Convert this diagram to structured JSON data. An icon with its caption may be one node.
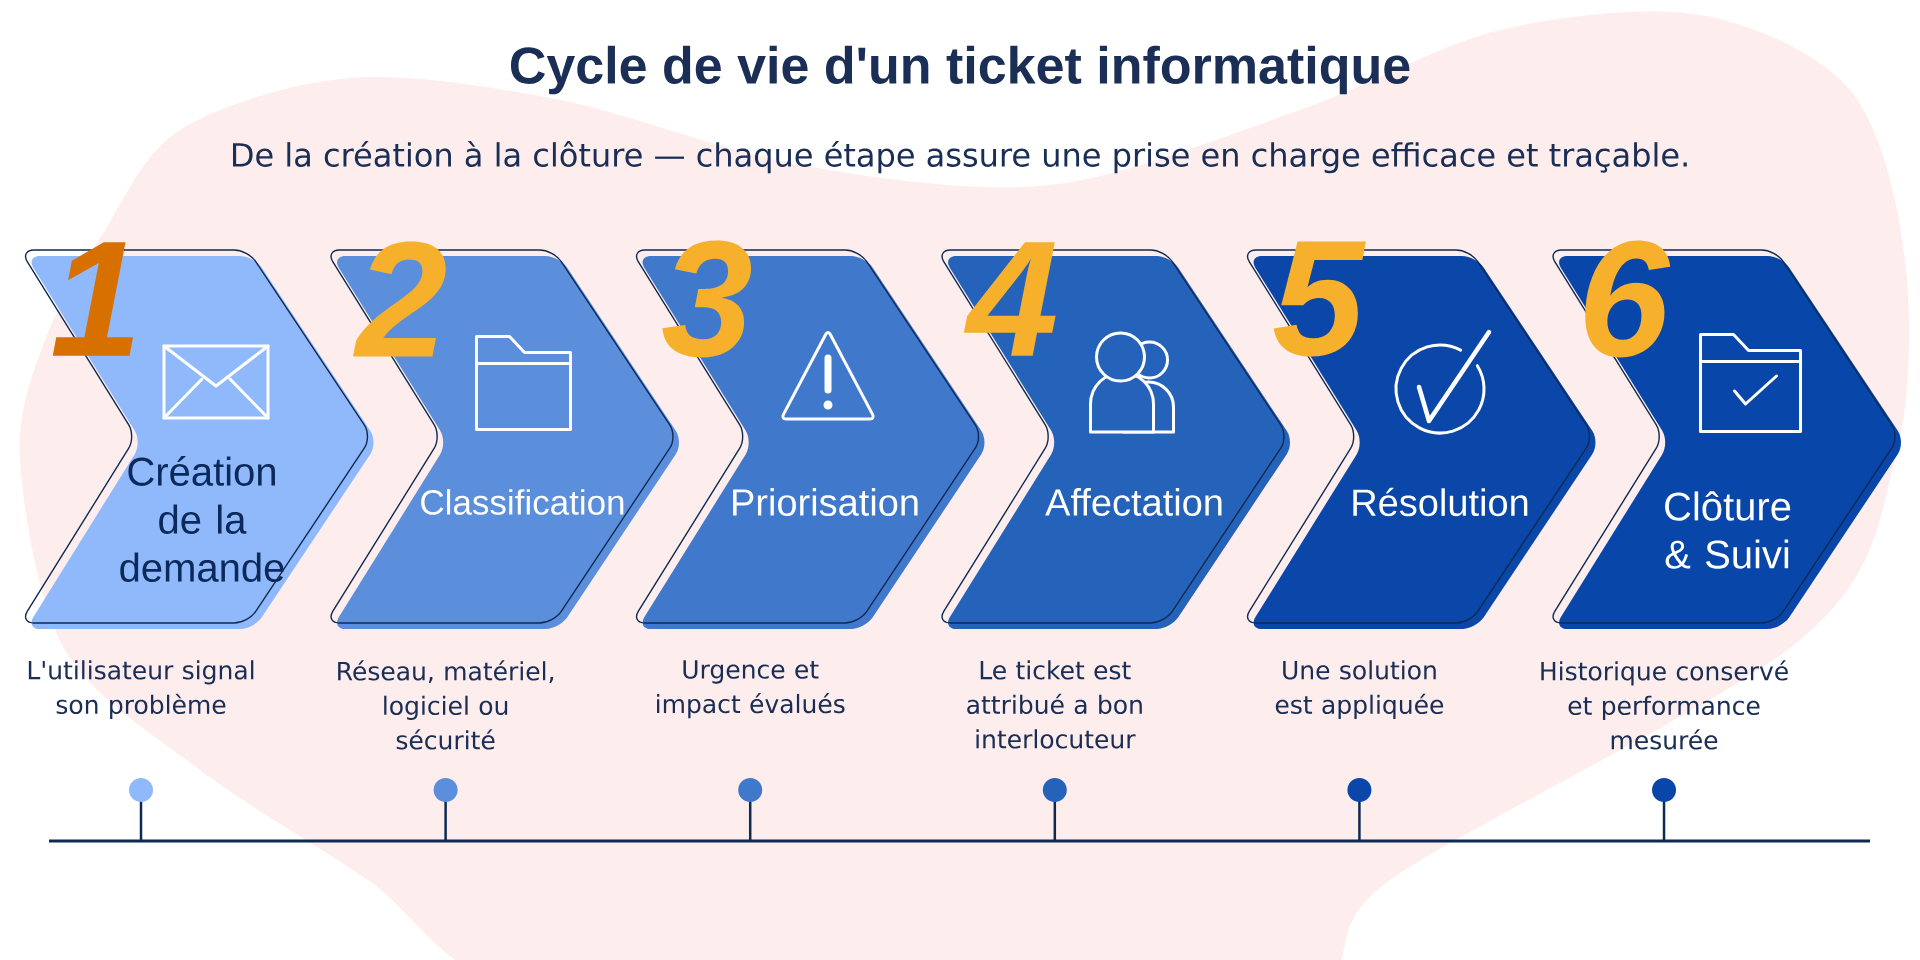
{
  "diagram": {
    "title": "Cycle de vie d'un ticket informatique",
    "nodes": [
      {
        "text": [
          "1",
          "Création de la demande"
        ],
        "beside": [
          "L'utilisateur signal son problème"
        ]
      },
      {
        "text": [
          "2",
          "Classification"
        ],
        "beside": [
          "Réseau, matériel, logiciel ou sécurité"
        ]
      },
      {
        "text": [
          "3",
          "Priorisation"
        ],
        "beside": [
          "Urgence et impact évalués"
        ]
      },
      {
        "text": [
          "4",
          "Affectation"
        ],
        "beside": [
          "Le ticket est attribué a bon interlocuteur"
        ]
      },
      {
        "text": [
          "5",
          "Résolution"
        ],
        "beside": [
          "Une solution est appliquée"
        ]
      },
      {
        "text": [
          "6",
          "Clôture & Suivi"
        ],
        "beside": [
          "Historique conservé et performance mesurée"
        ]
      }
    ],
    "labels": [
      "De la création à la clôture — chaque étape assure une prise en charge efficace et traçable."
    ]
  }
}
